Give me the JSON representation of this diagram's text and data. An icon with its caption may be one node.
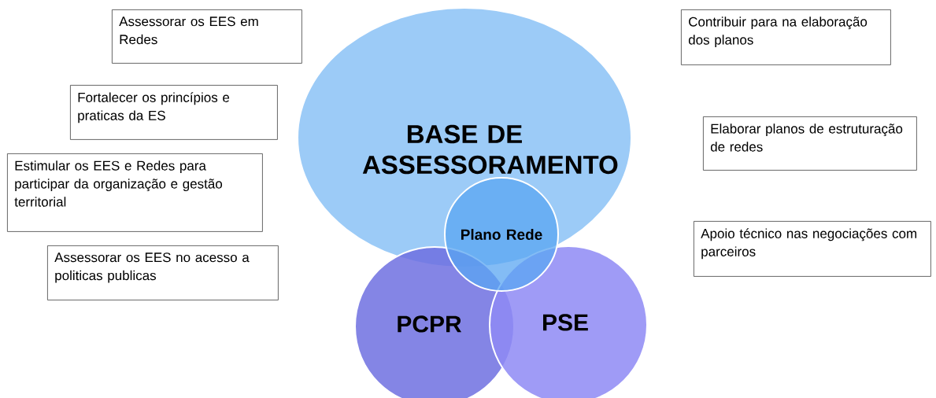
{
  "diagram": {
    "nodes": [
      {
        "text": [
          "Assessorar os EES em Redes"
        ]
      },
      {
        "text": [
          "Fortalecer os princípios e praticas da ES"
        ]
      },
      {
        "text": [
          "Estimular os EES e Redes para participar  da organização e gestão territorial"
        ]
      },
      {
        "text": [
          "Assessorar os EES  no acesso a politicas publicas"
        ]
      },
      {
        "text": [
          "BASE DE ASSESSORAMENTO"
        ]
      },
      {
        "text": [
          "Plano Rede"
        ]
      },
      {
        "text": [
          "PCPR"
        ]
      },
      {
        "text": [
          "PSE"
        ]
      },
      {
        "text": [
          "Contribuir para na elaboração dos planos"
        ]
      },
      {
        "text": [
          "Elaborar planos de estruturação de redes"
        ]
      },
      {
        "text": [
          "Apoio técnico nas negociações com parceiros"
        ]
      }
    ],
    "edges": []
  }
}
